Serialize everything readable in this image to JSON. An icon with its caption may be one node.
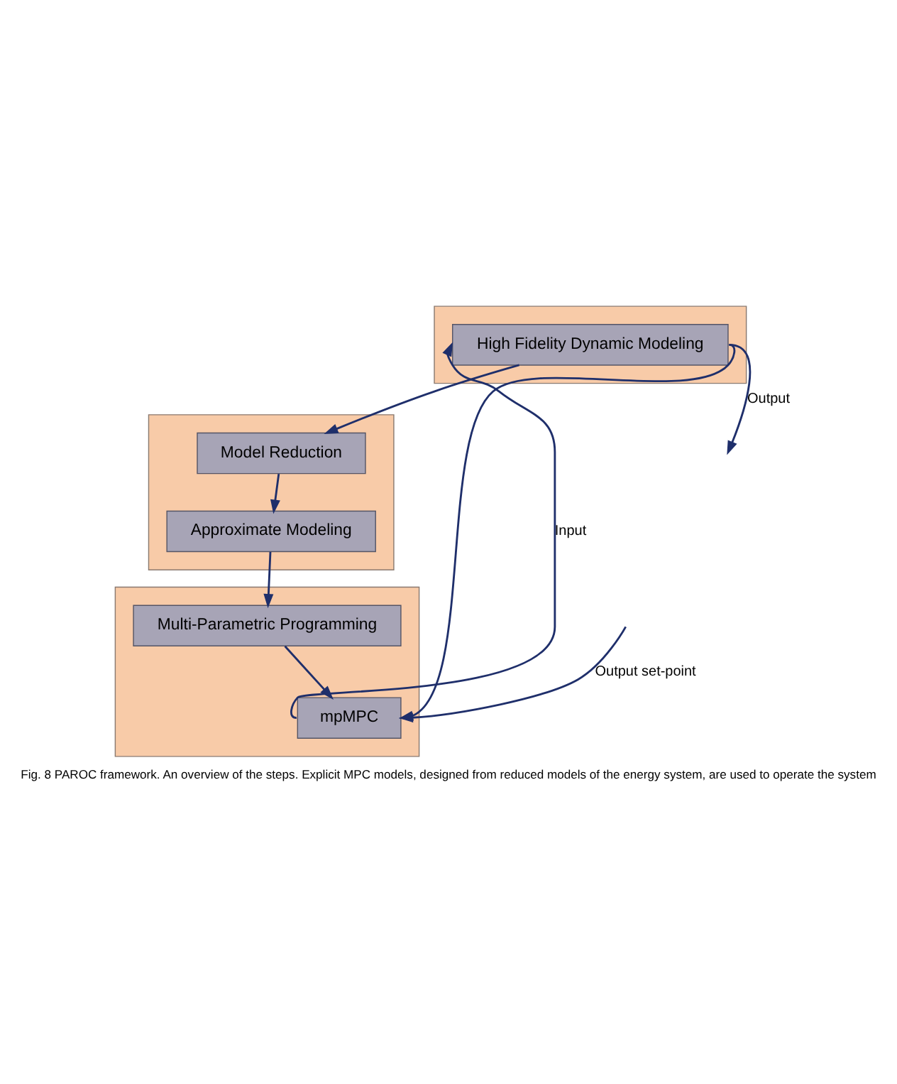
{
  "diagram": {
    "caption": "Fig. 8 PAROC framework. An overview of the steps. Explicit MPC models, designed from reduced models of the energy system, are used to operate the system",
    "nodes": [
      {
        "text": [],
        "shape": "box"
      },
      {
        "text": [
          "High Fidelity Dynamic Modeling"
        ],
        "in": 0
      },
      {
        "text": [],
        "shape": "box"
      },
      {
        "text": [
          "Model Reduction"
        ],
        "in": 2
      },
      {
        "text": [
          "Approximate Modeling"
        ],
        "in": 2
      },
      {
        "text": [],
        "shape": "box"
      },
      {
        "text": [
          "Multi-Parametric Programming"
        ],
        "in": 5
      },
      {
        "text": [
          "mpMPC"
        ],
        "in": 5
      }
    ],
    "edges": [
      {
        "from": 1,
        "to": 3,
        "arrow": "to"
      },
      {
        "from": 3,
        "to": 4,
        "arrow": "to"
      },
      {
        "from": 4,
        "to": 6,
        "arrow": "to"
      },
      {
        "from": 6,
        "to": 7,
        "arrow": "to"
      },
      {
        "from": 7,
        "to": 1,
        "arrow": "to",
        "label": "Input"
      },
      {
        "from": 1,
        "to": null,
        "arrow": "to",
        "label": "Output"
      },
      {
        "from": 1,
        "to": 7,
        "arrow": "to"
      },
      {
        "from": null,
        "to": 7,
        "arrow": "to",
        "label": "Output set-point"
      }
    ]
  }
}
